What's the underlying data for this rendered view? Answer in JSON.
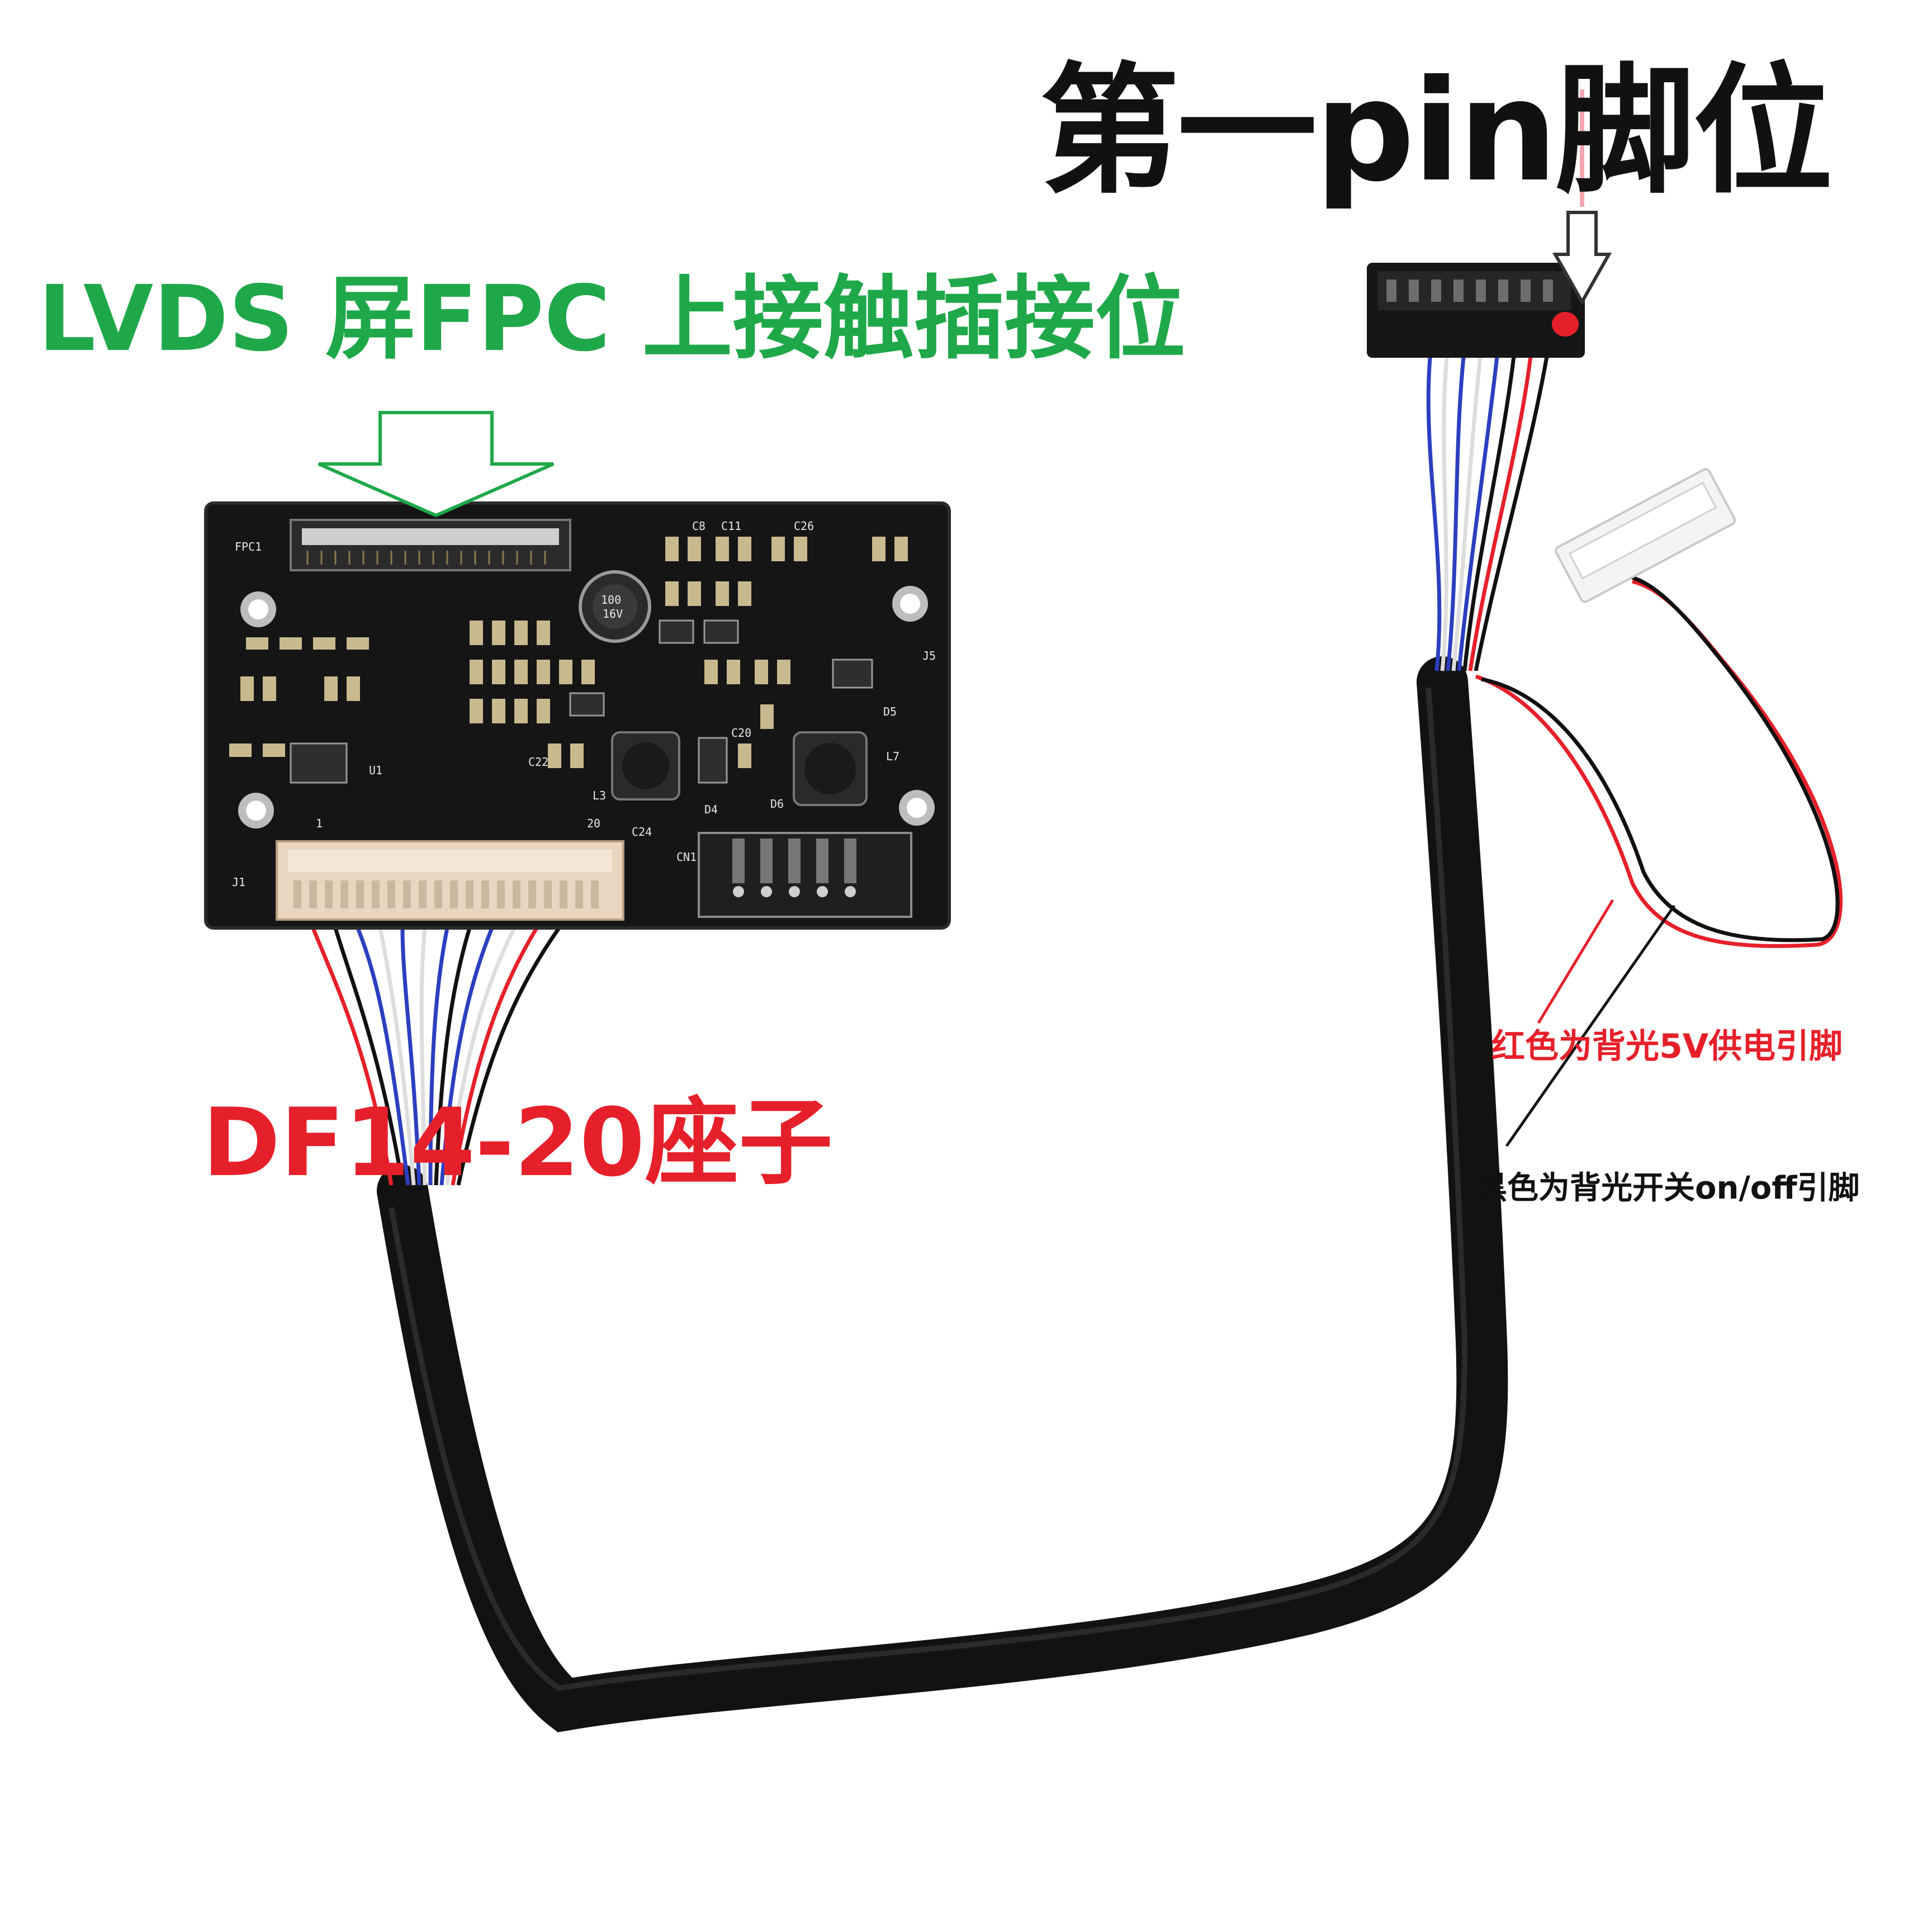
{
  "labels": {
    "first_pin": "第一pin脚位",
    "lvds_fpc": "LVDS 屏FPC 上接触插接位",
    "df14_socket": "DF14-20座子",
    "red_wire": "红色为背光5V供电引脚",
    "black_wire": "黑色为背光开关on/off引脚"
  },
  "pcb_silkscreen": {
    "fpc1": "FPC1",
    "u1": "U1",
    "j1": "J1",
    "cn1": "CN1",
    "j5": "J5",
    "l3": "L3",
    "l7": "L7",
    "d4": "D4",
    "d5": "D5",
    "d6": "D6",
    "c8": "C8",
    "c11": "C11",
    "c20": "C20",
    "c22": "C22",
    "c24": "C24",
    "c26": "C26",
    "pin1": "1",
    "pin20": "20",
    "cap_text_1": "100",
    "cap_text_2": "16V"
  },
  "colors": {
    "annotation_green": "#1fa84a",
    "annotation_red": "#e6202a",
    "annotation_black": "#111111",
    "pcb_board": "#151515",
    "cable_sleeve": "#121212",
    "connector_beige": "#e9d6c0"
  }
}
